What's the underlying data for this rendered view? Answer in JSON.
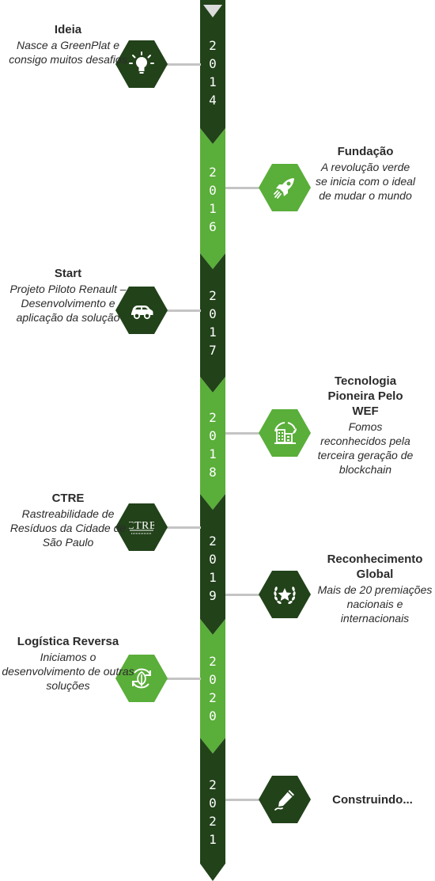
{
  "colors": {
    "dark": "#22421a",
    "light": "#5aae3a",
    "top_cap": "#dcdcdc",
    "connector": "#c4c4c4"
  },
  "milestones": [
    {
      "year": "2014",
      "title": "Ideia",
      "description": "Nasce a GreenPlat e consigo muitos desafios",
      "icon": "lightbulb-icon",
      "color": "dark",
      "side": "left"
    },
    {
      "year": "2016",
      "title": "Fundação",
      "description": "A revolução verde se inicia com o ideal de mudar o mundo",
      "icon": "rocket-icon",
      "color": "light",
      "side": "right"
    },
    {
      "year": "2017",
      "title": "Start",
      "description": "Projeto Piloto Renault – Desenvolvimento e aplicação da solução",
      "icon": "car-icon",
      "color": "dark",
      "side": "left"
    },
    {
      "year": "2018",
      "title": "Tecnologia Pioneira Pelo WEF",
      "description": "Fomos reconhecidos pela terceira geração de blockchain",
      "icon": "smart-building-icon",
      "color": "light",
      "side": "right"
    },
    {
      "year": "2019",
      "title": "CTRE",
      "description": "Rastreabilidade de Resíduos da Cidade de São Paulo",
      "icon": "ctre-logo",
      "icon_text": "CTRE",
      "color": "dark",
      "side": "left"
    },
    {
      "year": "2019",
      "title": "Reconhecimento Global",
      "description": "Mais de 20 premiações nacionais e internacionais",
      "icon": "laurel-star-icon",
      "color": "dark",
      "side": "right"
    },
    {
      "year": "2020",
      "title": "Logística Reversa",
      "description": "Iniciamos o desenvolvimento de outras soluções",
      "icon": "recycle-leaf-icon",
      "color": "light",
      "side": "left"
    },
    {
      "year": "2021",
      "title": "Construindo...",
      "description": "",
      "icon": "pen-icon",
      "color": "dark",
      "side": "right"
    }
  ]
}
